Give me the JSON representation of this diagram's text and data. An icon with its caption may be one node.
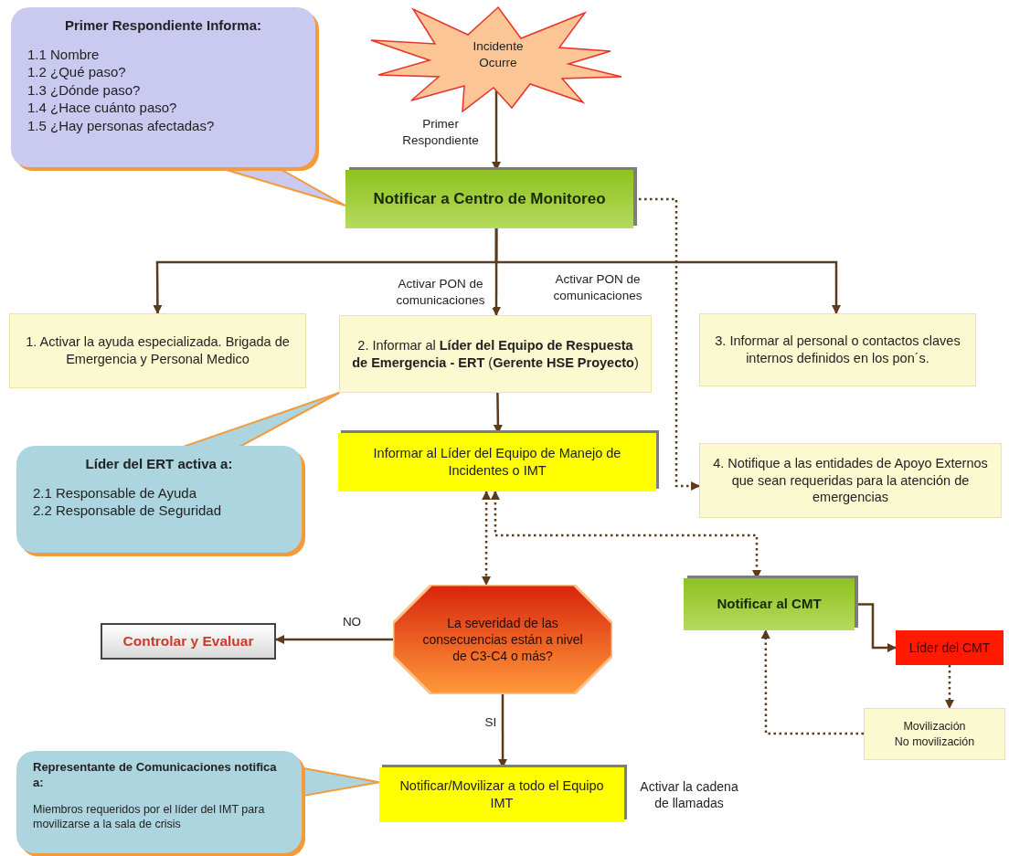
{
  "diagram": {
    "nodes": [
      {
        "text": [
          "Primer Respondiente Informa:",
          "1.1 Nombre",
          "1.2 ¿Qué paso?",
          "1.3 ¿Dónde paso?",
          "1.4 ¿Hace cuánto paso?",
          "1.5 ¿Hay personas afectadas?"
        ]
      },
      {
        "text": [
          "Incidente Ocurre"
        ]
      },
      {
        "text": [
          "Notificar a Centro de Monitoreo"
        ]
      },
      {
        "text": [
          "1. Activar la ayuda especializada. Brigada de Emergencia y Personal Medico"
        ]
      },
      {
        "text": [
          "2. Informar al **Líder del Equipo de Respuesta de Emergencia - ERT** (**Gerente HSE Proyecto**)"
        ]
      },
      {
        "text": [
          "3. Informar al personal o contactos claves internos definidos en los pon´s."
        ]
      },
      {
        "text": [
          "Informar al Líder del Equipo de Manejo de Incidentes o IMT"
        ]
      },
      {
        "text": [
          "4. Notifique a las entidades de Apoyo Externos que sean requeridas para la atención de emergencias"
        ]
      },
      {
        "text": [
          "Líder del ERT activa a:",
          "2.1 Responsable de Ayuda",
          "2.2 Responsable de Seguridad"
        ]
      },
      {
        "text": [
          "La severidad de las consecuencias están a nivel de C3-C4 o más?"
        ]
      },
      {
        "text": [
          "Controlar y Evaluar"
        ]
      },
      {
        "text": [
          "Notificar al CMT"
        ]
      },
      {
        "text": [
          "Líder del CMT"
        ]
      },
      {
        "text": [
          "Movilización",
          "No movilización"
        ]
      },
      {
        "text": [
          "Notificar/Movilizar a todo el Equipo IMT"
        ],
        "beside": [
          "Activar la cadena de llamadas"
        ]
      },
      {
        "text": [
          "Representante de Comunicaciones notifica a:",
          "Miembros requeridos por el líder del IMT para movilizarse a la sala de crisis"
        ]
      }
    ],
    "edges": [
      {
        "from": 1,
        "to": 2,
        "arrow": "to",
        "label": "Primer Respondiente"
      },
      {
        "from": 2,
        "to": 3,
        "arrow": "to"
      },
      {
        "from": 2,
        "to": 4,
        "arrow": "to",
        "label": "Activar PON de comunicaciones"
      },
      {
        "from": 2,
        "to": 5,
        "arrow": "to",
        "label": "Activar PON de comunicaciones"
      },
      {
        "from": 2,
        "to": 7,
        "arrow": "to",
        "style": "dashed"
      },
      {
        "from": 4,
        "to": 6,
        "arrow": "to"
      },
      {
        "from": 6,
        "to": 9,
        "arrow": "both",
        "style": "dashed"
      },
      {
        "from": 6,
        "to": 11,
        "arrow": "both",
        "style": "dashed"
      },
      {
        "from": 9,
        "to": 10,
        "arrow": "to",
        "label": "NO"
      },
      {
        "from": 9,
        "to": 14,
        "arrow": "to",
        "label": "SI"
      },
      {
        "from": 11,
        "to": 12,
        "arrow": "to"
      },
      {
        "from": 12,
        "to": 13,
        "arrow": "to",
        "style": "dashed"
      },
      {
        "from": 13,
        "to": 11,
        "arrow": "to",
        "style": "dashed"
      },
      {
        "from": 0,
        "to": 2,
        "arrow": "none",
        "color": "#f39a3c"
      },
      {
        "from": 8,
        "to": 4,
        "arrow": "none",
        "color": "#f39a3c"
      },
      {
        "from": 15,
        "to": 14,
        "arrow": "none",
        "color": "#f39a3c"
      }
    ]
  }
}
